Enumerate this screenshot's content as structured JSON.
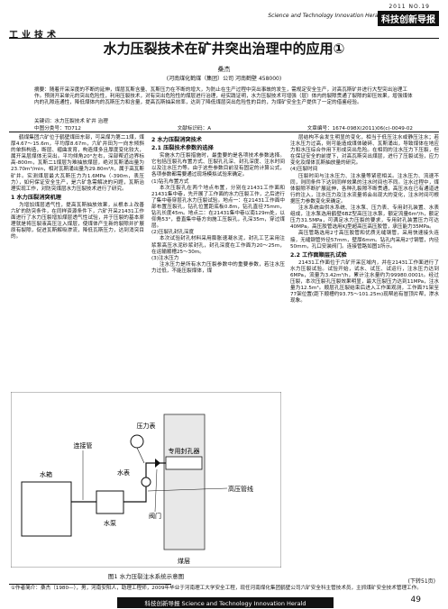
{
  "header": {
    "section": "工业技术",
    "issue": "2011 NO.19",
    "journal_en": "Science and Technology Innovation Herald",
    "journal_cn": "科技创新导报"
  },
  "article": {
    "title": "水力压裂技术在矿井突出治理中的应用①",
    "author": "桑杰",
    "affiliation": "(河南煤化鹤煤（集团）公司  河南鹤壁  458000)",
    "abstract": "摘要：随着开采深度的不断的延伸，煤层瓦斯含量、瓦斯压力在不断的增大，为防止在生产过程中突出事故的发生，需规定安全生产，对高瓦斯矿井进行大型突出治理工作。预测开采单元的突出危险性，利用压裂技术，对有突出危险性的煤层进行治理，经实践证明，水力压裂技术可增强（层）体内的裂隙贯通了裂隙的卸压效果，增强煤体内的孔隙连通性，降低煤体内的瓦斯压力和含量，提高瓦斯抽采效率，达到了降低煤层突出危险性的目的，为煤矿安全生产提供了一定的借鉴经验。",
    "keywords": "关键词：水力压裂技术  矿井  治理",
    "clc": "中图分类号：TD712",
    "doc_code": "文献标识码：A",
    "article_no": "文章编号：1674-098X(2011)06(c)-0049-02"
  },
  "col1": {
    "paragraphs": [
      "鹤煤集团六矿位于鹤壁煤田东部，可采煤为第二1煤，煤厚4.67～15.6m，平均厚8.67m，六矿井田为一向东倾斜的单斜构造，断层、褶曲发育，构造煤多且厚度变化较大，属开采层煤体无突出。平均倾角20°左右，深部帮近边界标高-800m，瓦斯二1煤层为难抽放煤层，绝对瓦斯涌出量为23.70m³/min，相对瓦斯涌出量为29.80m³/t，属于高瓦斯矿井。实测煤层最大瓦斯压力为1.6MPa（-390m，表压力），如何保证安全生产，是六矿急需解决的问题，瓦斯治理实现工作，对防突煤层水力压裂技术进行了研究。"
    ],
    "section1_title": "1 水力压裂消突机理",
    "section1_text": "为增加煤层透气性，提高瓦斯抽放效果，从根本上改善六矿的防突条件，在同样资源条件下，六矿开采21431工作面进行了水力压裂增加煤层透气性试验，并于压裂的基本原理就是将压裂液高压注入煤层，使煤体产生新的裂隙并扩展原有裂隙，促进瓦斯解吸渗流，降低瓦斯压力，达到消突目的。"
  },
  "col2": {
    "section2_title": "2 水力压裂消突技术",
    "section21_title": "2.1 压裂技术参数的选择",
    "section21_text": "实施水力压裂措施时，最重要的是各项技术参数选择。它包括压裂孔布置方式、压裂孔孔深、封孔深度、注水时间以及注水压力等。由于这些参数目前没有固定的计算公式，各项参数都需要通过现场模拟试验来确定。",
    "sub1_title": "(1)钻孔布置方式",
    "sub1_text": "本次压裂孔在两个地点布置，分别在21431工作面和21431集中巷，先开展了工作面的水力压裂工作，之后进行了集中巷穿层孔水力压裂试验。地点一：在21431工作面中部布置压裂孔，钻孔位置距底板0.8m，钻孔直径75mm，钻孔长度45m。地点二：在21431集中巷以南129m处，以仰角53°，垂直集中巷方向施工压裂孔，孔深35m，穿过煤层。",
    "sub2_title": "(2)压裂孔封孔深度",
    "sub2_text": "本次试验封孔材料采用膨胀速凝水泥，封孔工艺采用注浆泵高压水泥砂浆封孔，封孔深度在工作面为20～25m，在运输顺槽25～30m。",
    "sub3_title": "(3)注水压力",
    "sub3_text": "注水压力是所有水力压裂参数中的重要参数，若注水压力过低，不能压裂煤体，煤"
  },
  "col3": {
    "text_a": "层结构不会发生明显的变化，相当于低压注水或静压注水；若注水压力过高，则可能造成煤体破碎、瓦斯涌出，导致煤体在地应力和水压综合作用下形成突出危险。在相同的注水压力下压裂，但在保证安全的前提下，对高瓦斯突出煤层，进行了压裂试验，应力变化及煤体瓦斯抽放量的研究。",
    "sub4_title": "(4)压裂时间",
    "sub4_text": "压裂时间与注水压力、注水量等紧密相关。注水压力、流速不同，则同条件下达到同样效果的注水时间也不同。注水过程中，煤体裂隙不断扩展延伸，各种孔裂隙不断贯通，高压水在已有通道进行的注入，注水压力及注水流量将会出现大的变化，注水时间可根据压力参数变化来确定。",
    "text_b": "注水系统由供水系统、注水泵、压力表、专用封孔装置、水表组成，注水泵选用鹤壁6BZ型高压注水泵，额定流量6m³/h，额定压力31.5MPa，可满足水力压裂的要求，专用封孔装置压力可达40MPa。高压胶管选用KJ型超高压高压胶管，承压能力35MPa。",
    "text_c": "高压管路选用2寸高压胶管和优质无缝钢管，采用快速接头连接，无缝钢管外径57mm，壁厚6mm。钻孔内采用2寸钢管，内径50mm，孔口安装阀门。连接管路如图1所示。",
    "sec22_title": "2.2 工作面顺层孔试验",
    "sec22_text": "21431工作面位于六矿开采区域内，并在21431工作面进行了水力压裂试验。试验开始，试水、试压、试运行，注水压力达到6MPa，流量为3.42m³/h，累计注水量约为99980.0001t。经过压裂，本次压裂孔压裂效果明显，最大压裂压力达到11MPa，注水量为12.5m³。顺层孔压裂结束后进入工作面观测，工作面71架至77架位置(距下顺槽约93.75～101.25m)现帮岩有冒顶片帮，渗水现象。",
    "cont": "(下转51页)"
  },
  "figure": {
    "caption": "图1  水力压裂注水系统示意图",
    "labels": {
      "tank": "水箱",
      "connector": "连接管",
      "gauge": "压力表",
      "sealer": "专用封孔器",
      "water_meter": "水表",
      "pump": "水泵",
      "valve": "阀门",
      "hose": "高压管线",
      "coal": "煤层"
    }
  },
  "footnote": "①作者简介：桑杰（1980—），男，河南安阳人，助理工程师，2009年毕业于河南理工大学安全工程，现任河南煤化集团鹤壁公司六矿安全科主管技术员，主抓煤矿安全技术管理工作。",
  "footer": {
    "band": "科技创新导报 Science and Technology Innovation Herald",
    "page": "49"
  }
}
